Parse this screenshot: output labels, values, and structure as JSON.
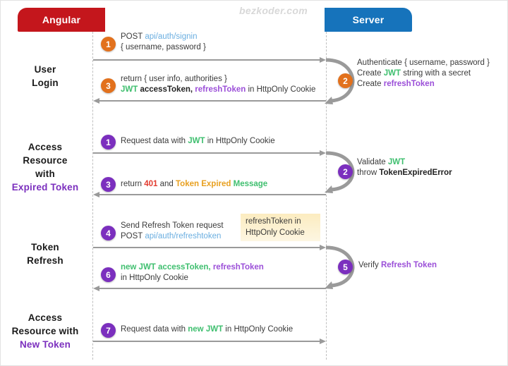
{
  "watermark": "bezkoder.com",
  "actors": {
    "client": {
      "label": "Angular",
      "color": "#c4161c"
    },
    "server": {
      "label": "Server",
      "color": "#1673bb"
    }
  },
  "sections": [
    {
      "name": "user-login",
      "line1": "User",
      "line2": "Login",
      "line3": "",
      "line4": ""
    },
    {
      "name": "access-expired-token",
      "line1": "Access",
      "line2": "Resource",
      "line3": "with",
      "line4": "Expired Token"
    },
    {
      "name": "token-refresh",
      "line1": "Token",
      "line2": "Refresh",
      "line3": "",
      "line4": ""
    },
    {
      "name": "access-new-token",
      "line1": "Access",
      "line2": "Resource with",
      "line3": "New Token",
      "line4": ""
    }
  ],
  "steps": {
    "s1": {
      "num": "1",
      "color": "orange"
    },
    "s2": {
      "num": "2",
      "color": "orange"
    },
    "s3": {
      "num": "3",
      "color": "orange"
    },
    "s4": {
      "num": "1",
      "color": "purple"
    },
    "s5": {
      "num": "2",
      "color": "purple"
    },
    "s6": {
      "num": "3",
      "color": "purple"
    },
    "s7": {
      "num": "4",
      "color": "purple"
    },
    "s8": {
      "num": "5",
      "color": "purple"
    },
    "s9": {
      "num": "6",
      "color": "purple"
    },
    "s10": {
      "num": "7",
      "color": "purple"
    }
  },
  "messages": {
    "m1_l1_a": "POST ",
    "m1_l1_b": "api/auth/signin",
    "m1_l2": "{ username, password }",
    "m2_l1": "Authenticate { username, password }",
    "m2_l2_a": "Create ",
    "m2_l2_b": "JWT",
    "m2_l2_c": " string with a secret",
    "m2_l3_a": "Create ",
    "m2_l3_b": "refreshToken",
    "m3_l1": "return { user info, authorities }",
    "m3_l2_a": "JWT",
    "m3_l2_b": " accessToken, ",
    "m3_l2_c": "refreshToken",
    "m3_l2_d": " in HttpOnly Cookie",
    "m4_a": "Request data with ",
    "m4_b": "JWT",
    "m4_c": " in HttpOnly Cookie",
    "m5_l1_a": "Validate ",
    "m5_l1_b": "JWT",
    "m5_l2_a": "throw ",
    "m5_l2_b": "TokenExpiredError",
    "m6_a": "return ",
    "m6_b": "401",
    "m6_c": " and ",
    "m6_d": "Token Expired",
    "m6_e": " ",
    "m6_f": "Message",
    "m7_l1": "Send Refresh Token request",
    "m7_l2_a": "POST ",
    "m7_l2_b": "api/auth/refreshtoken",
    "note_l1_a": "refreshToken",
    "note_l1_b": " in",
    "note_l2": "HttpOnly Cookie",
    "m8_a": "Verify ",
    "m8_b": "Refresh Token",
    "m9_l1_a": "new JWT accessToken,",
    "m9_l1_b": " ",
    "m9_l1_c": "refreshToken",
    "m9_l2": "in HttpOnly Cookie",
    "m10_a": "Request data with ",
    "m10_b": "new JWT",
    "m10_c": " in HttpOnly Cookie"
  }
}
